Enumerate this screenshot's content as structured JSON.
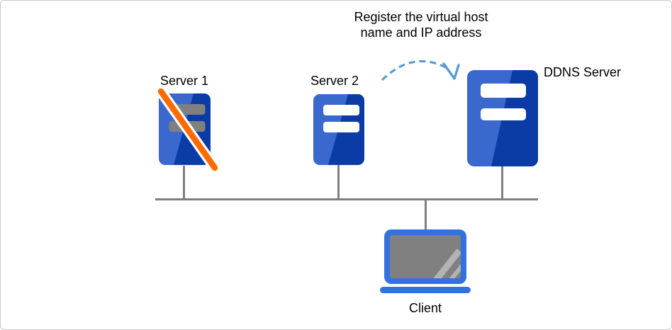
{
  "diagram": {
    "type": "network-topology",
    "annotation": "Register the virtual host\nname and IP address",
    "nodes": {
      "server1": {
        "label": "Server 1",
        "status": "failed"
      },
      "server2": {
        "label": "Server 2",
        "status": "online"
      },
      "ddns": {
        "label": "DDNS Server",
        "status": "online"
      },
      "client": {
        "label": "Client"
      }
    },
    "edges": [
      {
        "from": "server1",
        "to": "trunk"
      },
      {
        "from": "server2",
        "to": "trunk"
      },
      {
        "from": "ddns",
        "to": "trunk"
      },
      {
        "from": "client",
        "to": "trunk"
      },
      {
        "from": "server2",
        "to": "ddns",
        "style": "dashed-arc-arrow",
        "meaning": "register virtual host name and IP address"
      }
    ],
    "colors": {
      "server_light_blue": "#3a68cd",
      "server_dark_blue": "#0b3ca6",
      "online_bar": "#ffffff",
      "offline_bar_gray": "#808080",
      "slash_orange": "#ff6b00",
      "slash_outline": "#ffffff",
      "arrow_blue": "#5b9bd5",
      "line_gray": "#7f7f7f",
      "laptop_blue": "#3371e0",
      "screen_gray": "#808080",
      "canvas_border": "#c9cacb"
    }
  }
}
